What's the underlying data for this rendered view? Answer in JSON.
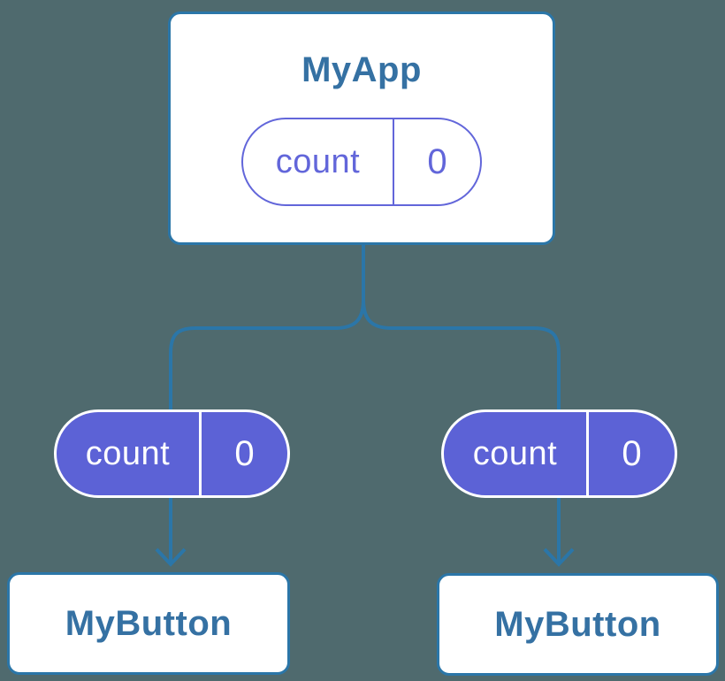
{
  "colors": {
    "background": "#4F6A6E",
    "connector": "#2B76A8",
    "card_background": "#FFFFFF",
    "card_border": "#2B76A8",
    "card_text": "#3571A3",
    "state_pill_border": "#6266DA",
    "state_pill_text": "#6266DA",
    "prop_pill_fill": "#5C62D6",
    "prop_pill_text": "#FFFFFF"
  },
  "diagram": {
    "root": {
      "title": "MyApp",
      "state": {
        "key": "count",
        "value": "0"
      }
    },
    "children": [
      {
        "title": "MyButton",
        "prop": {
          "key": "count",
          "value": "0"
        }
      },
      {
        "title": "MyButton",
        "prop": {
          "key": "count",
          "value": "0"
        }
      }
    ]
  }
}
